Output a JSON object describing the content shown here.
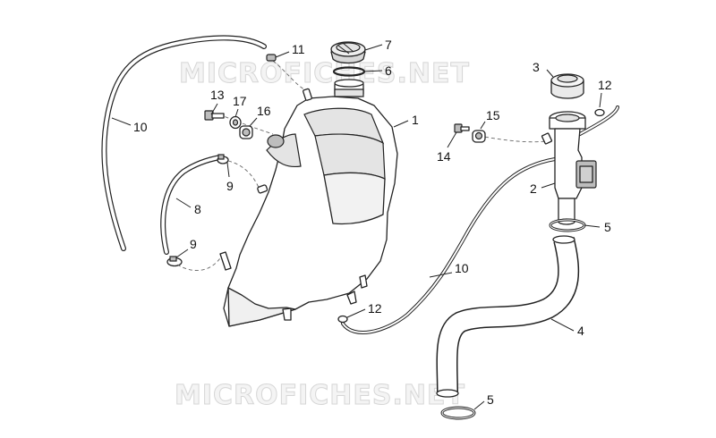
{
  "watermark": {
    "text_top": "MICROFICHES.NET",
    "text_bottom": "MICROFICHES.NET"
  },
  "callouts": [
    {
      "id": "c7",
      "label": "7"
    },
    {
      "id": "c6",
      "label": "6"
    },
    {
      "id": "c11",
      "label": "11"
    },
    {
      "id": "c1",
      "label": "1"
    },
    {
      "id": "c10a",
      "label": "10"
    },
    {
      "id": "c13",
      "label": "13"
    },
    {
      "id": "c17",
      "label": "17"
    },
    {
      "id": "c16",
      "label": "16"
    },
    {
      "id": "c9a",
      "label": "9"
    },
    {
      "id": "c8",
      "label": "8"
    },
    {
      "id": "c9b",
      "label": "9"
    },
    {
      "id": "c3",
      "label": "3"
    },
    {
      "id": "c12a",
      "label": "12"
    },
    {
      "id": "c15",
      "label": "15"
    },
    {
      "id": "c14",
      "label": "14"
    },
    {
      "id": "c2",
      "label": "2"
    },
    {
      "id": "c5a",
      "label": "5"
    },
    {
      "id": "c10b",
      "label": "10"
    },
    {
      "id": "c12b",
      "label": "12"
    },
    {
      "id": "c4",
      "label": "4"
    },
    {
      "id": "c5b",
      "label": "5"
    }
  ]
}
